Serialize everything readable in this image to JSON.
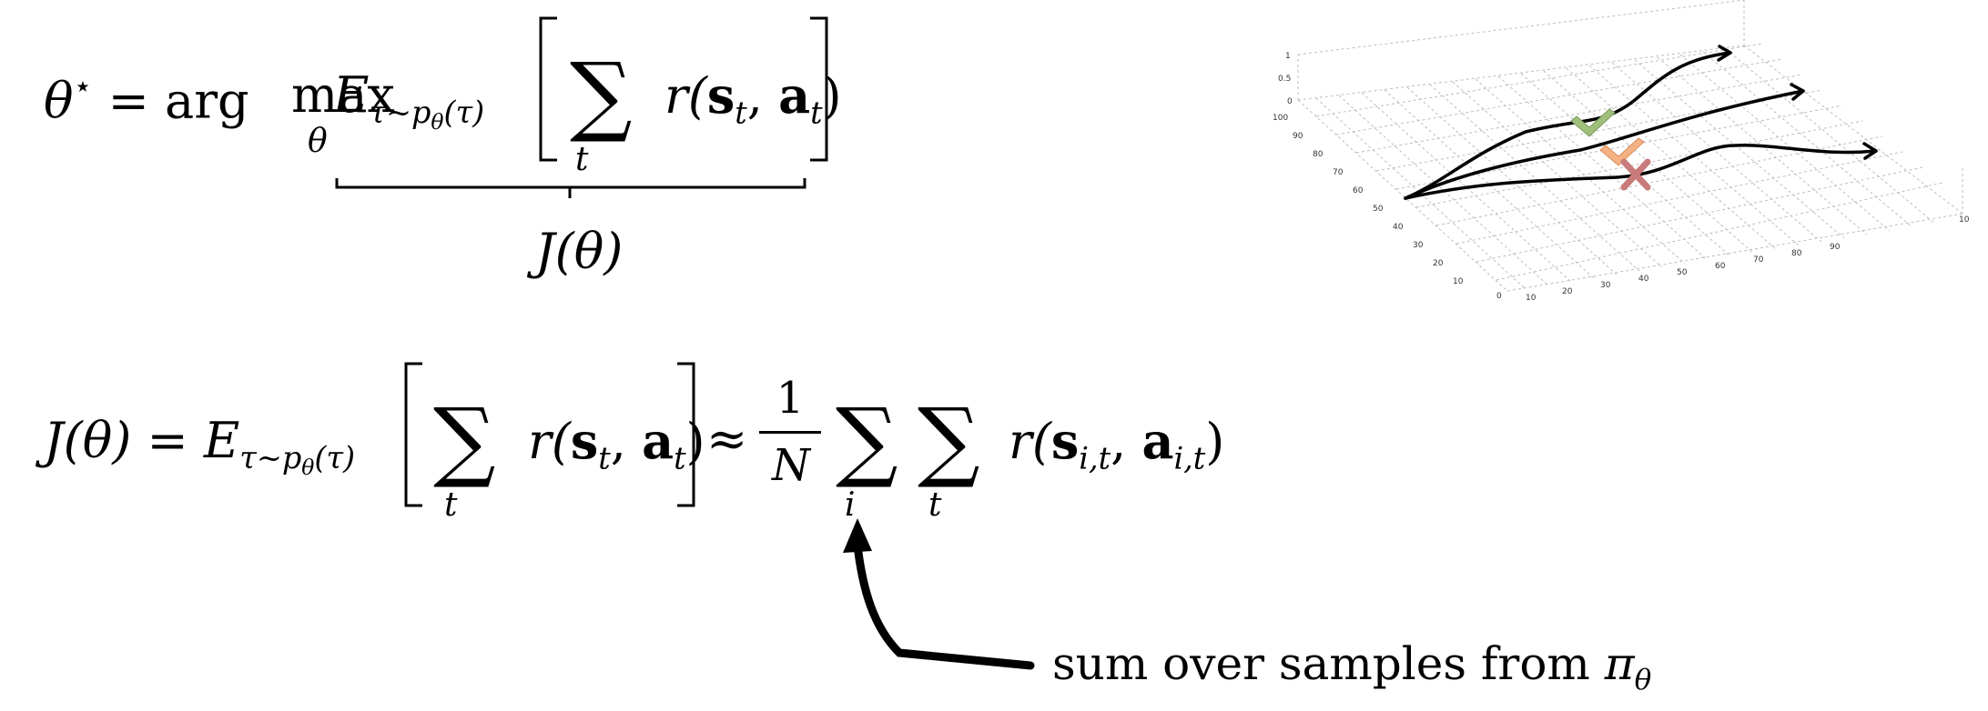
{
  "equation1": {
    "lhs": "θ",
    "lhs_sup": "⋆",
    "equals": " = arg ",
    "max_label": "max",
    "max_sub": "θ",
    "expectation": "E",
    "expectation_sub": "τ∼p",
    "expectation_sub_sub": "θ",
    "expectation_sub_tail": "(τ)",
    "sum_symbol": "∑",
    "sum_index": "t",
    "reward": "r(",
    "state": "s",
    "state_sub": "t",
    "comma": ", ",
    "action": "a",
    "action_sub": "t",
    "close": ")",
    "underbrace_label": "J(θ)"
  },
  "equation2": {
    "lhs": "J(θ) = ",
    "expectation": "E",
    "expectation_sub": "τ∼p",
    "expectation_sub_sub": "θ",
    "expectation_sub_tail": "(τ)",
    "sum_symbol": "∑",
    "sum_index": "t",
    "reward": "r(",
    "state": "s",
    "state_sub": "t",
    "comma": ", ",
    "action": "a",
    "action_sub": "t",
    "close": ")",
    "approx": "≈",
    "frac_num": "1",
    "frac_den": "N",
    "sum_i_index": "i",
    "sum_t_index": "t",
    "reward2": "r(",
    "state2": "s",
    "state2_sub": "i,t",
    "action2": "a",
    "action2_sub": "i,t"
  },
  "annotation": {
    "text": "sum over samples from ",
    "pi": "π",
    "pi_sub": "θ"
  },
  "plot": {
    "z_ticks": [
      "1",
      "0.5",
      "0"
    ],
    "y_ticks": [
      "100",
      "90",
      "80",
      "70",
      "60",
      "50",
      "40",
      "30",
      "20",
      "10",
      "0"
    ],
    "x_ticks": [
      "10",
      "20",
      "30",
      "40",
      "50",
      "60",
      "70",
      "80",
      "90",
      "10"
    ],
    "marker_colors": {
      "check_green": "#9fbf7a",
      "check_orange": "#f4b183",
      "cross_red": "#c97a7a"
    }
  }
}
